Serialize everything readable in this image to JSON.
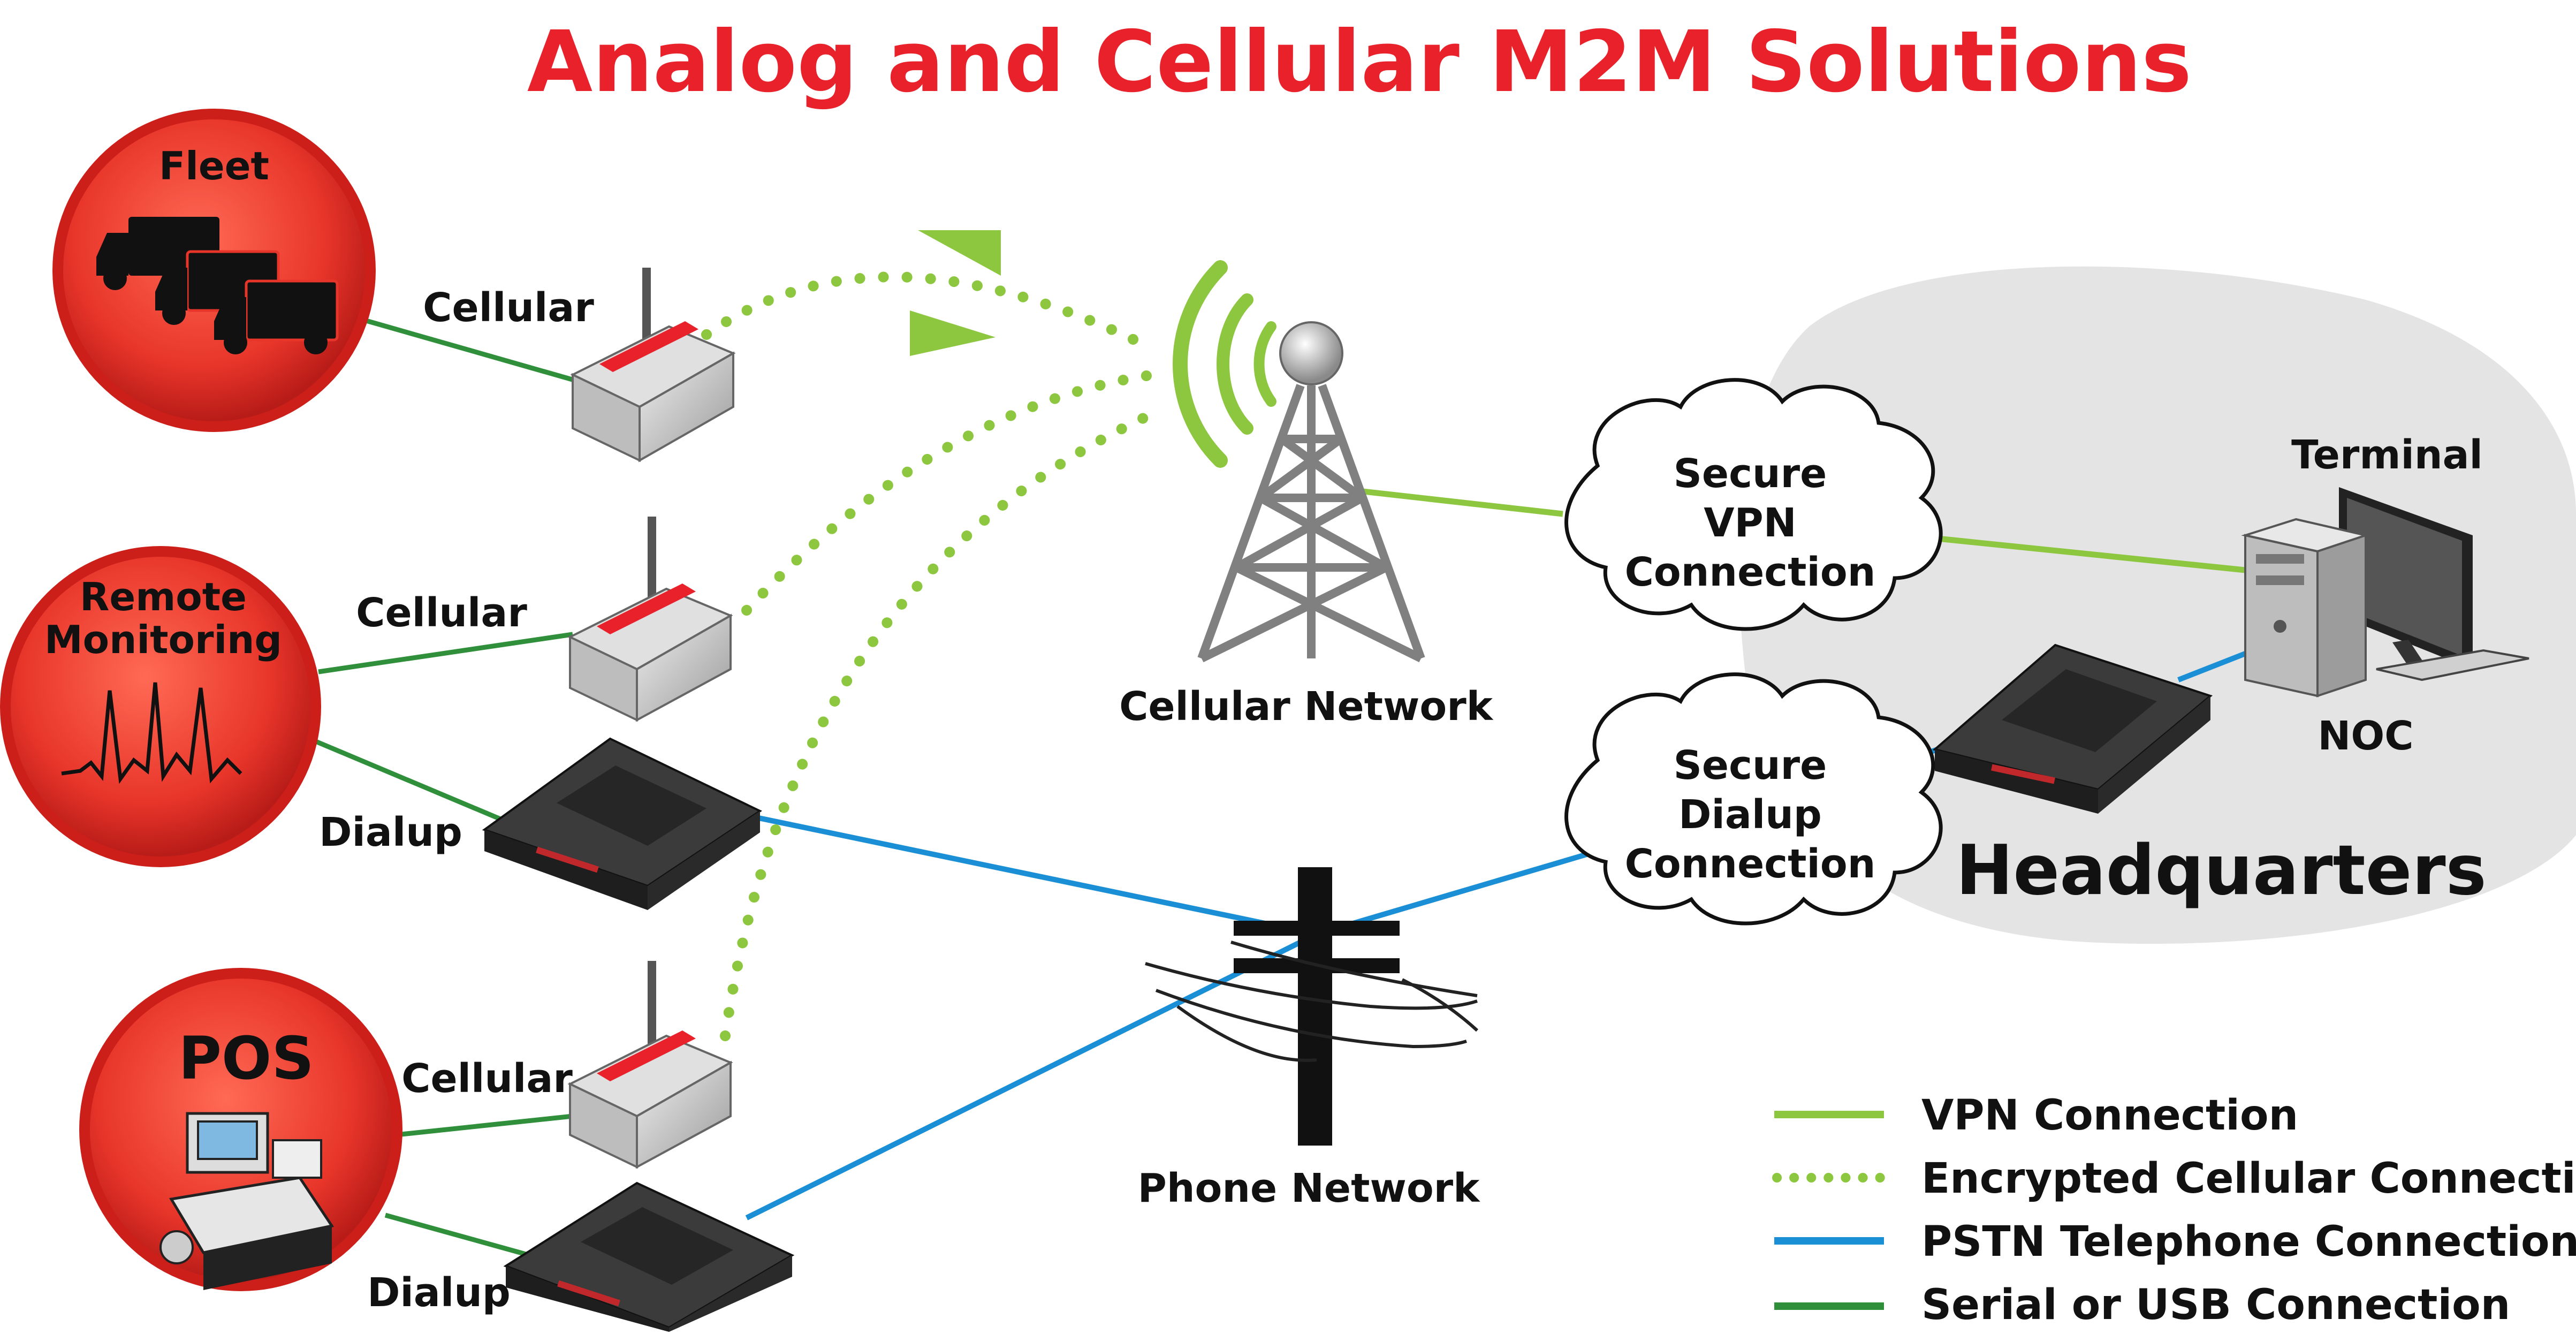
{
  "title": "Analog and Cellular M2M Solutions",
  "sites": {
    "fleet": "Fleet",
    "remote_1": "Remote",
    "remote_2": "Monitoring",
    "pos": "POS"
  },
  "links": {
    "cellular_1": "Cellular",
    "cellular_2": "Cellular",
    "cellular_3": "Cellular",
    "dialup_1": "Dialup",
    "dialup_2": "Dialup"
  },
  "networks": {
    "cellular": "Cellular Network",
    "phone": "Phone Network"
  },
  "clouds": {
    "vpn": [
      "Secure",
      "VPN",
      "Connection"
    ],
    "dialup": [
      "Secure",
      "Dialup",
      "Connection"
    ]
  },
  "hq": {
    "title": "Headquarters",
    "terminal": "Terminal",
    "noc": "NOC"
  },
  "legend": [
    {
      "label": "VPN Connection",
      "color": "#8dc63f",
      "style": "solid"
    },
    {
      "label": "Encrypted Cellular Connection",
      "color": "#8dc63f",
      "style": "dotted"
    },
    {
      "label": "PSTN Telephone Connection",
      "color": "#1b8fd6",
      "style": "solid"
    },
    {
      "label": "Serial or USB Connection",
      "color": "#2f8f3a",
      "style": "solid"
    }
  ],
  "colors": {
    "accent_red": "#e8212b",
    "vpn_green": "#8dc63f",
    "pstn_blue": "#1b8fd6",
    "serial_green": "#2f8f3a"
  }
}
